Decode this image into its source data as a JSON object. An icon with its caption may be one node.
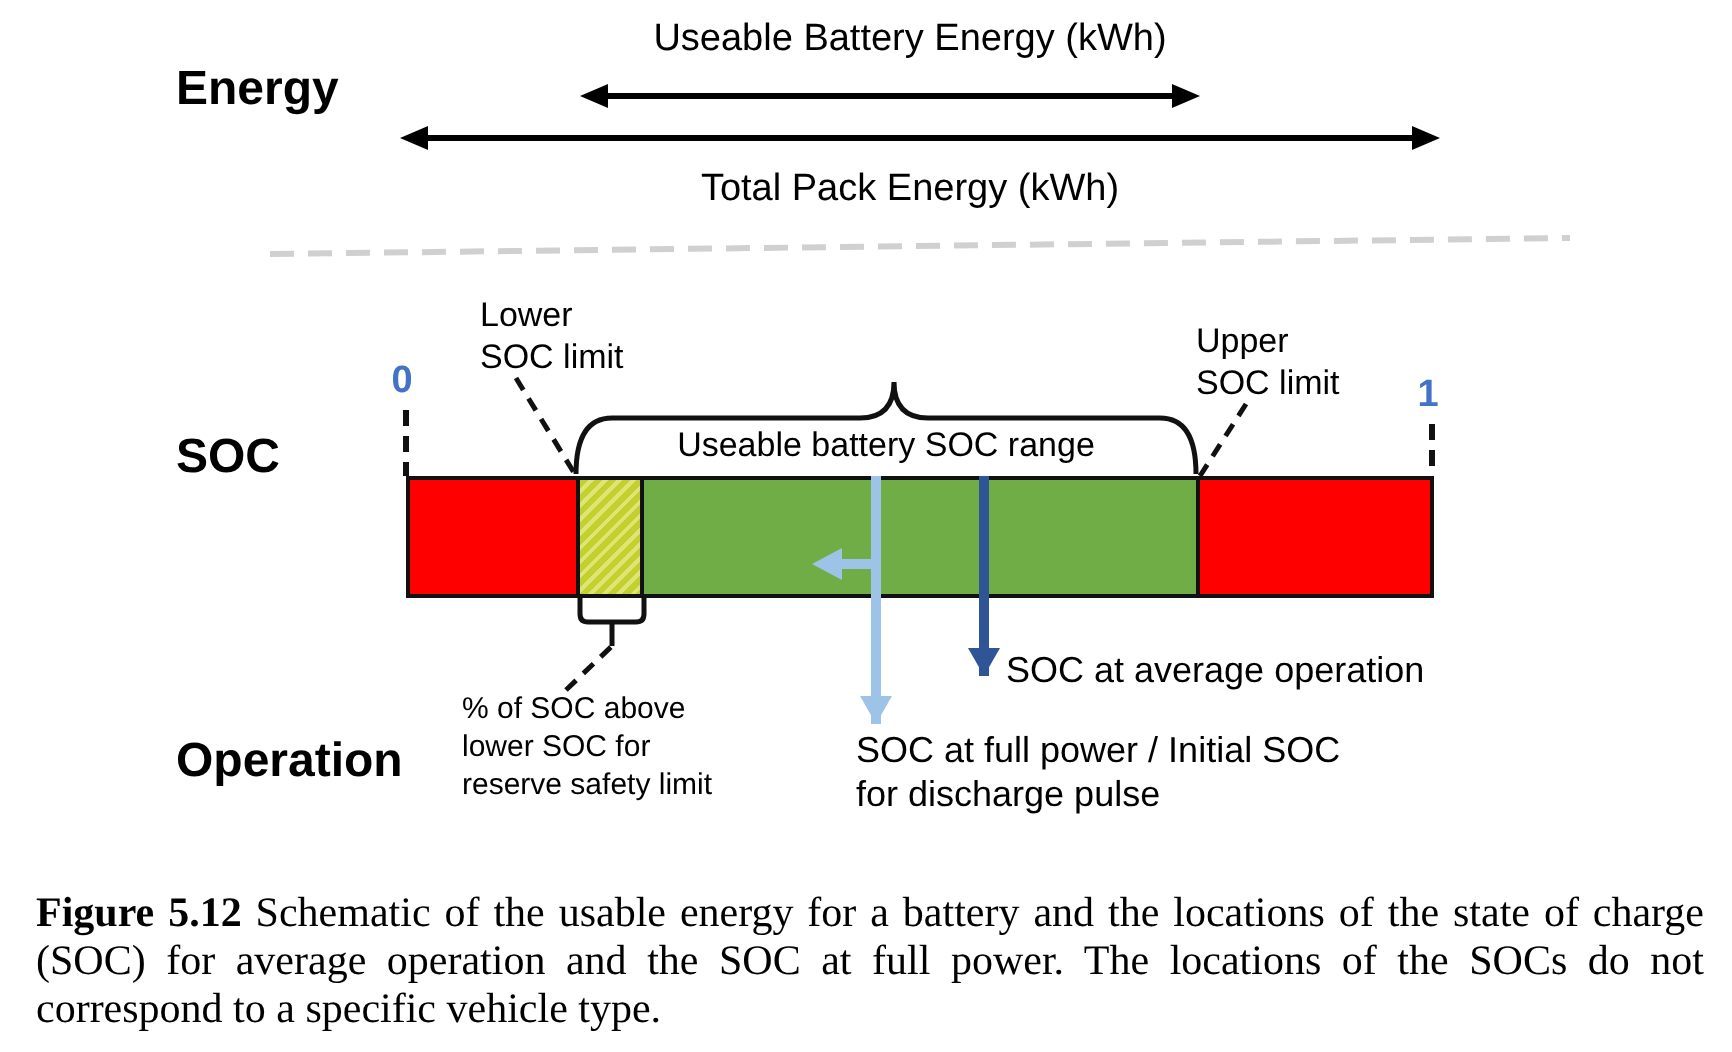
{
  "diagram": {
    "caption": "**Figure 5.12** Schematic of the usable energy for a battery and the locations of the state of charge (SOC) for average operation and the SOC at full power. The locations of the SOCs do not correspond to a specific vehicle type.",
    "nodes": [
      {
        "text": [
          "Lower SOC limit"
        ]
      },
      {
        "text": [
          "Upper SOC limit"
        ]
      },
      {
        "text": [],
        "shape": "box"
      },
      {
        "text": [],
        "shape": "box"
      },
      {
        "text": [],
        "shape": "box"
      },
      {
        "text": [],
        "shape": "box"
      },
      {
        "text": [],
        "shape": "bracket"
      },
      {
        "text": [
          "% of SOC above lower SOC for reserve safety limit"
        ]
      },
      {
        "text": [
          "SOC at average operation"
        ]
      },
      {
        "text": [
          "SOC at full power / Initial SOC for discharge pulse"
        ]
      }
    ],
    "edges": [
      {
        "from": 0,
        "to": 3,
        "arrow": "none",
        "style": "dashed"
      },
      {
        "from": 1,
        "to": 5,
        "arrow": "none",
        "style": "dashed"
      },
      {
        "from": 7,
        "to": 6,
        "arrow": "none",
        "style": "dashed"
      },
      {
        "from": 4,
        "to": 9,
        "arrow": "to",
        "style": "thick",
        "color": "#9dc3e6"
      },
      {
        "from": 4,
        "to": 8,
        "arrow": "to",
        "style": "thick",
        "color": "#2f5597"
      }
    ],
    "labels": [
      "Useable Battery Energy (kWh)",
      "Energy",
      "Total Pack Energy (kWh)",
      "0",
      "1",
      "SOC",
      "Useable battery SOC range",
      "Operation"
    ]
  }
}
